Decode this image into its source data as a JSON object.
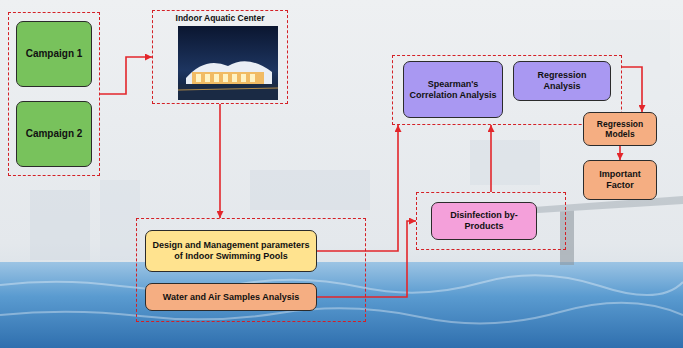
{
  "diagram": {
    "nodes": [
      {
        "text": []
      },
      {
        "text": [
          "Campaign 1"
        ],
        "in": 0
      },
      {
        "text": [
          "Campaign 2"
        ],
        "in": 0
      },
      {
        "text": [
          "Indoor Aquatic Center"
        ]
      },
      {
        "text": []
      },
      {
        "text": [
          "Design and Management parameters of Indoor Swimming Pools"
        ],
        "in": 4
      },
      {
        "text": [
          "Water and Air Samples Analysis"
        ],
        "in": 4
      },
      {
        "text": []
      },
      {
        "text": [
          "Spearman's Correlation Analysis"
        ],
        "in": 7
      },
      {
        "text": [
          "Regression Analysis"
        ],
        "in": 7
      },
      {
        "text": []
      },
      {
        "text": [
          "Disinfection by-Products"
        ],
        "in": 10
      },
      {
        "text": [
          "Regression Models"
        ]
      },
      {
        "text": [
          "Important Factor"
        ]
      }
    ],
    "edges": [
      {
        "from": 0,
        "to": 3,
        "arrow": "to"
      },
      {
        "from": 3,
        "to": 4,
        "arrow": "to"
      },
      {
        "from": 5,
        "to": 7,
        "arrow": "to"
      },
      {
        "from": 6,
        "to": 10,
        "arrow": "to"
      },
      {
        "from": 10,
        "to": 7,
        "arrow": "to"
      },
      {
        "from": 7,
        "to": 12,
        "arrow": "to"
      },
      {
        "from": 12,
        "to": 13,
        "arrow": "to"
      }
    ]
  }
}
